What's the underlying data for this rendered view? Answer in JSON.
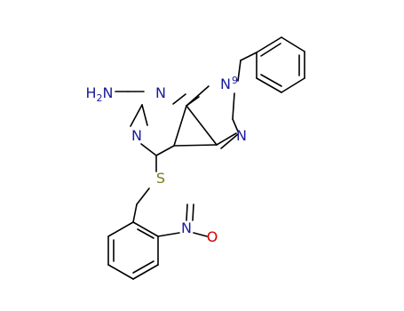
{
  "molecule": {
    "atoms": [
      {
        "id": "n9",
        "label": "N",
        "sub": "9",
        "color": "#1a1a9a"
      },
      {
        "id": "n3",
        "label": "N",
        "color": "#1a1a9a"
      },
      {
        "id": "n1",
        "label": "N",
        "color": "#1a1a9a"
      },
      {
        "id": "n7",
        "label": "N",
        "color": "#1a1a9a"
      },
      {
        "id": "nh2",
        "label": "H2N",
        "color": "#1a1a9a"
      },
      {
        "id": "s",
        "label": "S",
        "color": "#7a7a1a"
      },
      {
        "id": "no2-n",
        "label": "N",
        "color": "#1a1a9a"
      },
      {
        "id": "no2-o",
        "label": "O",
        "color": "#cc0000"
      }
    ]
  }
}
